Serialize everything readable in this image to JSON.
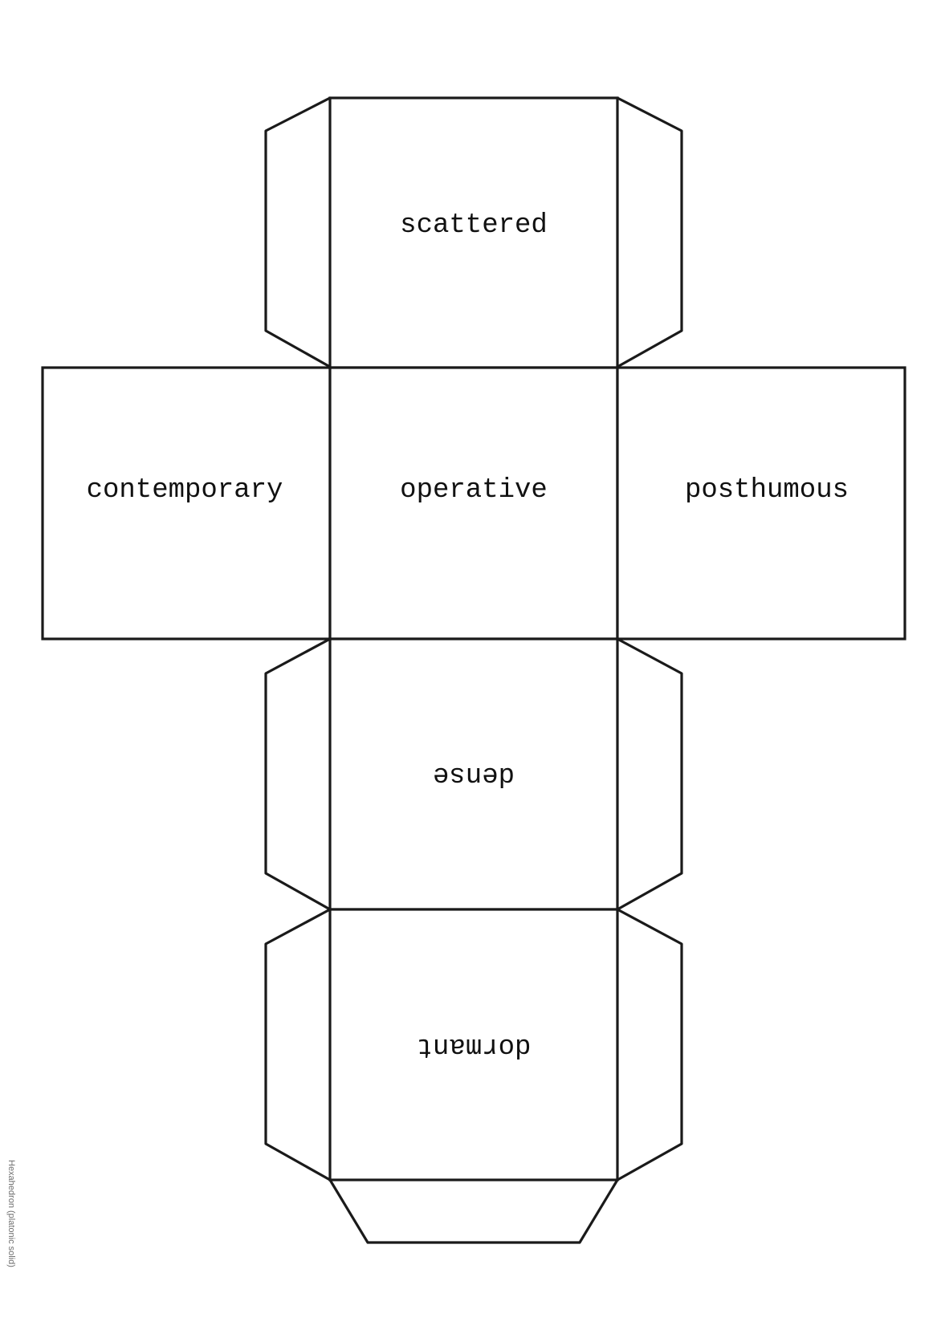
{
  "faces": {
    "top": "scattered",
    "left": "contemporary",
    "center": "operative",
    "right": "posthumous",
    "lower": "dense",
    "bottom": "dormant"
  },
  "credit": "Hexahedron (platonic solid)"
}
